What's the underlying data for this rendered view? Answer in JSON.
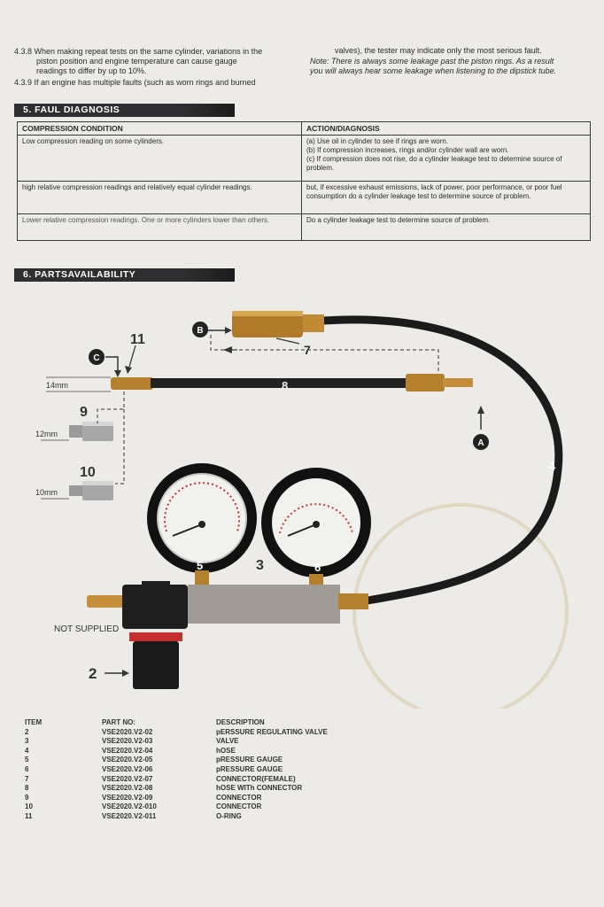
{
  "intro": {
    "p438_a": "4.3.8 When making repeat tests on the same cylinder, variations in the",
    "p438_b": "piston position and engine temperature can cause gauge",
    "p438_c": "readings to differ by up to 10%.",
    "p439": "4.3.9 If an engine has multiple faults (such as worn rings and burned",
    "right_a": "valves), the tester may indicate only the most serious fault.",
    "note_a": "Note: There is always some leakage past the piston rings. As a result",
    "note_b": "you will always hear some leakage when listening to the dipstick tube."
  },
  "section5": {
    "title": "5.   FAUL  DIAGNOSIS"
  },
  "table": {
    "header_condition": "COMPRESSION CONDITION",
    "header_action": "ACTION/DIAGNOSIS",
    "rows": [
      {
        "condition": "Low compression reading on some cylinders.",
        "action": [
          "(a) Use oil in cylinder to see if rings are worn.",
          "(b) If compression increases, rings and/or cylinder wall are worn.",
          "(c) If compression does not rise, do a cylinder leakage test to determine source of problem."
        ]
      },
      {
        "condition": "high relative compression readings and relatively equal cylinder readings.",
        "action": [
          "but, if excessive exhaust emissions, lack of power, poor performance, or poor fuel consumption do a cylinder leakage test to determine source of problem."
        ]
      },
      {
        "condition": "Lower relative compression readings. One or more cylinders lower than others.",
        "action": [
          "Do a cylinder leakage test to determine source of problem."
        ]
      }
    ]
  },
  "section6": {
    "title": "6.   PARTSAVAILABILITY"
  },
  "diagram": {
    "labels": {
      "n2": "2",
      "n3": "3",
      "n4": "4",
      "n5": "5",
      "n6": "6",
      "n7": "7",
      "n8": "8",
      "n9": "9",
      "n10": "10",
      "n11": "11",
      "a": "A",
      "b": "B",
      "c": "C"
    },
    "sizes": {
      "s14": "14mm",
      "s12": "12mm",
      "s10": "10mm"
    },
    "not_supplied": "NOT SUPPLIED",
    "gauge_left_text": "",
    "gauge_right_text": ""
  },
  "parts_list": {
    "headers": {
      "item": "ITEM",
      "part_no": "PART NO:",
      "description": "DESCRIPTION"
    },
    "rows": [
      {
        "item": "2",
        "part_no": "VSE2020.V2-02",
        "description": "pERSSURE REGULATING VALVE"
      },
      {
        "item": "3",
        "part_no": "VSE2020.V2-03",
        "description": "VALVE"
      },
      {
        "item": "4",
        "part_no": "VSE2020.V2-04",
        "description": "hOSE"
      },
      {
        "item": "5",
        "part_no": "VSE2020.V2-05",
        "description": "pRESSURE GAUGE"
      },
      {
        "item": "6",
        "part_no": "VSE2020.V2-06",
        "description": "pRESSURE GAUGE"
      },
      {
        "item": "7",
        "part_no": "VSE2020.V2-07",
        "description": "CONNECTOR(FEMALE)"
      },
      {
        "item": "8",
        "part_no": "VSE2020.V2-08",
        "description": "hOSE WITh CONNECTOR"
      },
      {
        "item": "9",
        "part_no": "VSE2020.V2-09",
        "description": "CONNECTOR"
      },
      {
        "item": "10",
        "part_no": "VSE2020.V2-010",
        "description": "CONNECTOR"
      },
      {
        "item": "11",
        "part_no": "VSE2020.V2-011",
        "description": "O-RING"
      }
    ]
  }
}
